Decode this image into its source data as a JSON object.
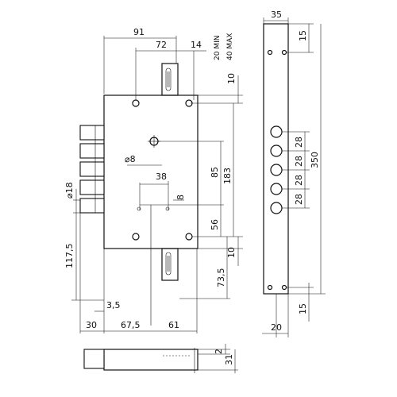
{
  "dimensions": {
    "d91": "91",
    "d72": "72",
    "d14": "14",
    "d20min": "20 MIN",
    "d40max": "40 MAX",
    "d10top": "10",
    "d183": "183",
    "d85": "85",
    "d56": "56",
    "d10bot": "10",
    "d73_5": "73,5",
    "dia8": "⌀8",
    "d38": "38",
    "d8": "8",
    "dia18": "⌀18",
    "d117_5": "117,5",
    "d3_5": "3,5",
    "d30": "30",
    "d67_5": "67,5",
    "d61": "61",
    "d2": "2",
    "d31": "31",
    "d35": "35",
    "d15top": "15",
    "d350": "350",
    "d28a": "28",
    "d28b": "28",
    "d28c": "28",
    "d28d": "28",
    "d15bot": "15",
    "d20": "20"
  }
}
